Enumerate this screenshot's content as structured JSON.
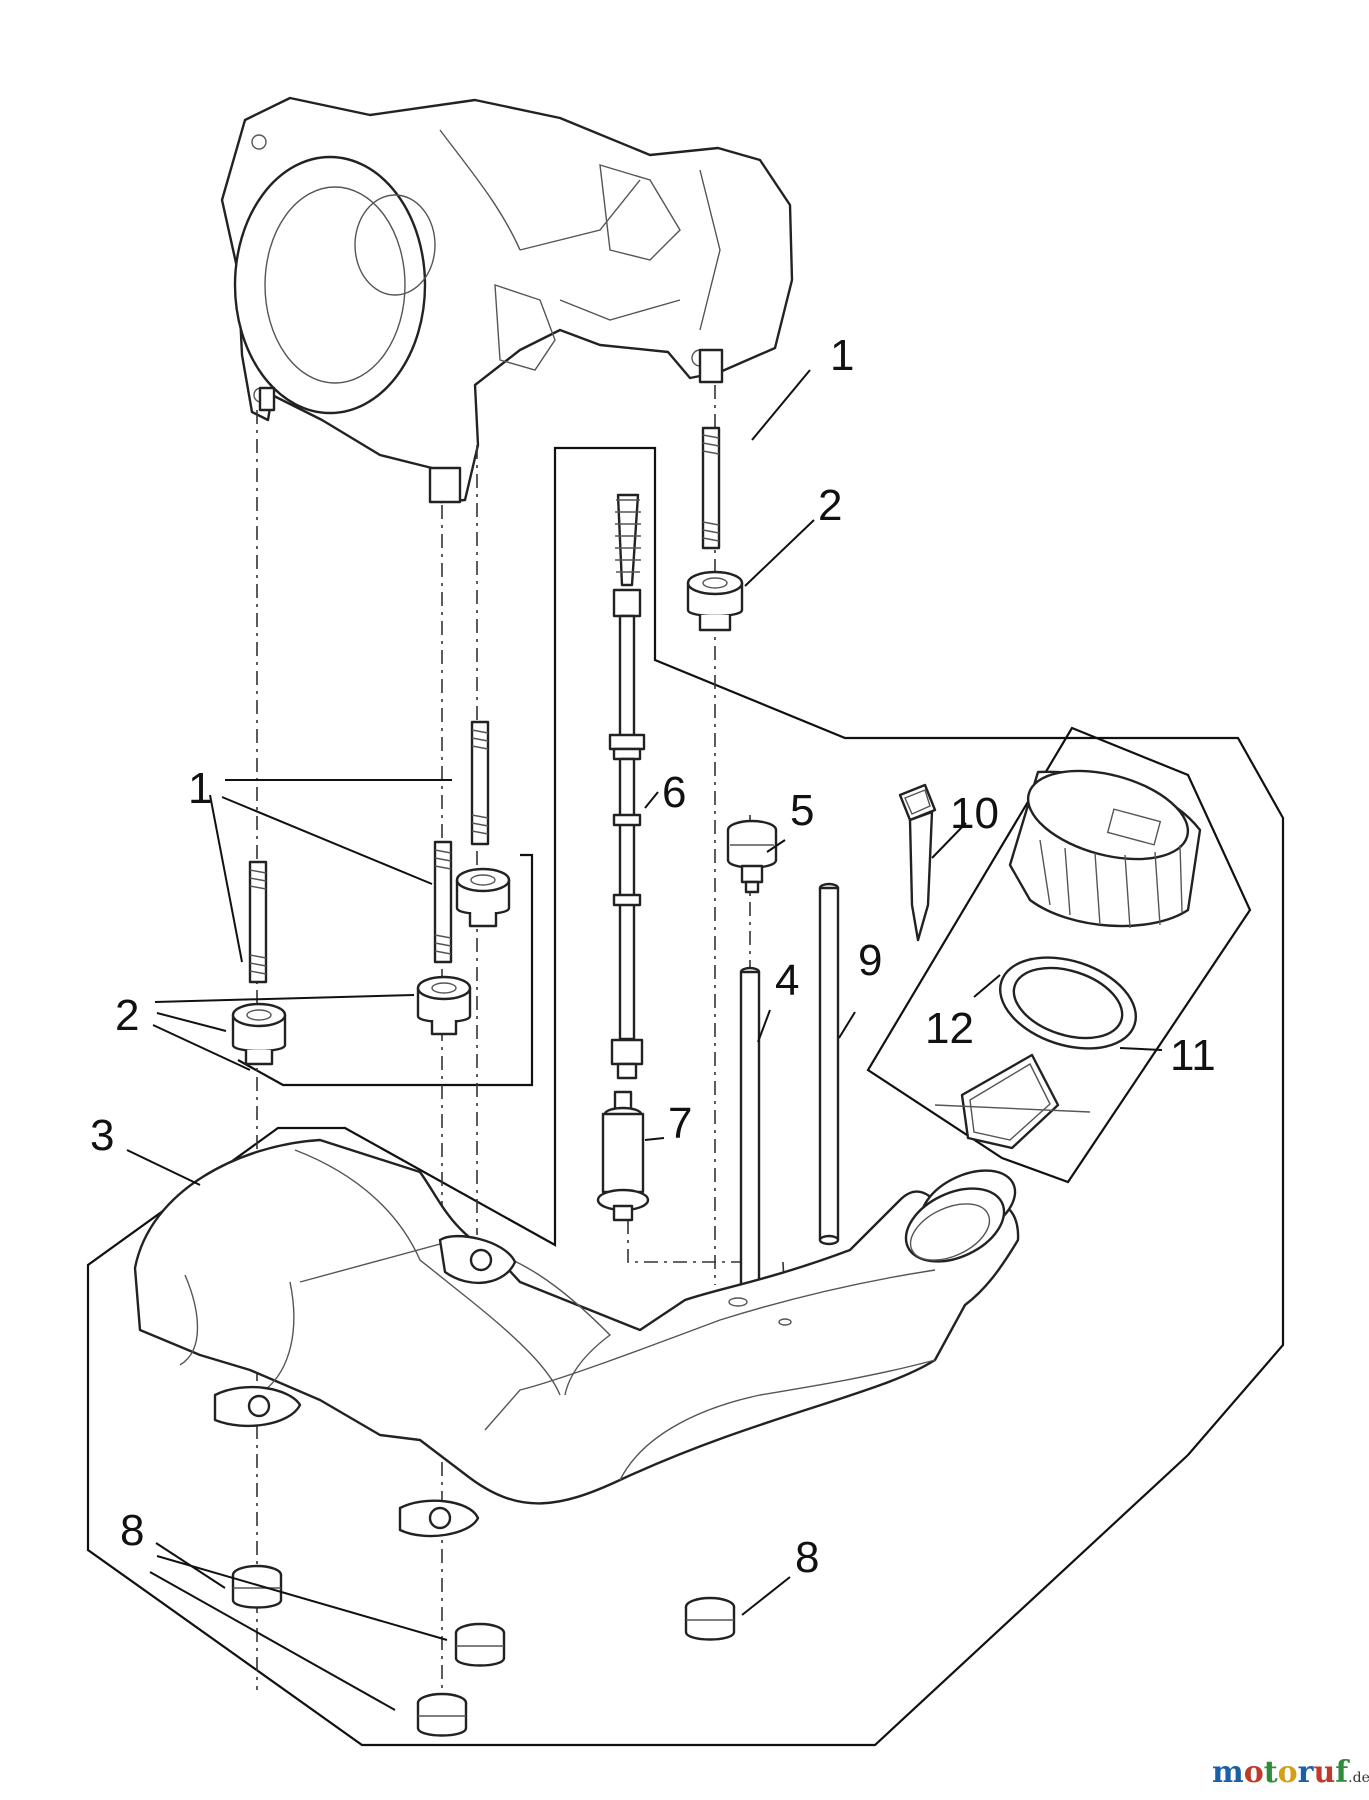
{
  "callouts": [
    {
      "id": "c1a",
      "text": "1"
    },
    {
      "id": "c1b",
      "text": "1"
    },
    {
      "id": "c2a",
      "text": "2"
    },
    {
      "id": "c2b",
      "text": "2"
    },
    {
      "id": "c3",
      "text": "3"
    },
    {
      "id": "c4",
      "text": "4"
    },
    {
      "id": "c5",
      "text": "5"
    },
    {
      "id": "c6",
      "text": "6"
    },
    {
      "id": "c7",
      "text": "7"
    },
    {
      "id": "c8a",
      "text": "8"
    },
    {
      "id": "c8b",
      "text": "8"
    },
    {
      "id": "c9",
      "text": "9"
    },
    {
      "id": "c10",
      "text": "10"
    },
    {
      "id": "c11",
      "text": "11"
    },
    {
      "id": "c12",
      "text": "12"
    }
  ],
  "watermark": {
    "brand": "motoruf",
    "tld": ".de",
    "letter_colors": [
      "#1a5fa8",
      "#c0392b",
      "#2e8b3a",
      "#d4a017",
      "#1a5fa8",
      "#c0392b",
      "#2e8b3a"
    ]
  }
}
